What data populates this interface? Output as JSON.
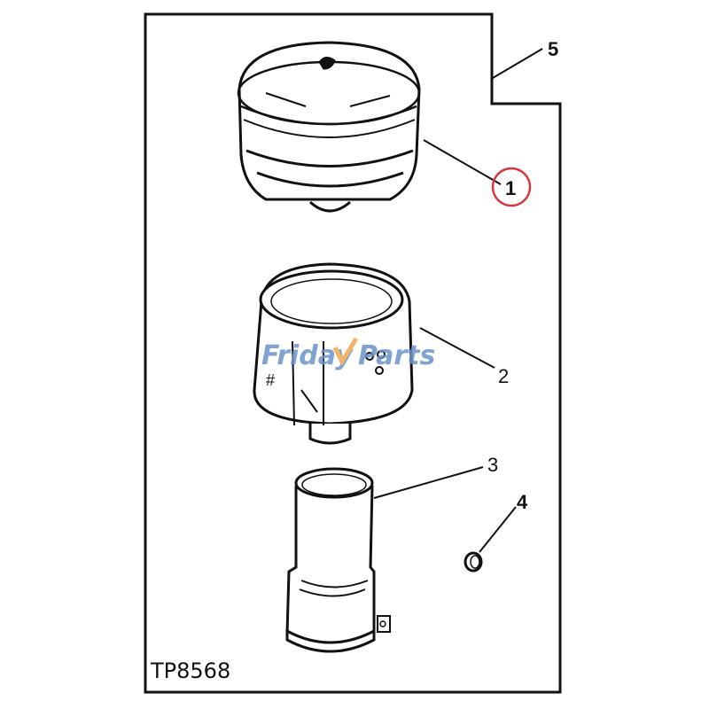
{
  "drawing": {
    "id": "TP8568",
    "highlighted_callout": "1",
    "highlight_color": "#d9363e"
  },
  "callouts": [
    {
      "number": "1",
      "part": "air-cleaner-cap"
    },
    {
      "number": "2",
      "part": "filter-element-body"
    },
    {
      "number": "3",
      "part": "inlet-tube"
    },
    {
      "number": "4",
      "part": "o-ring"
    },
    {
      "number": "5",
      "part": "frame-reference"
    }
  ],
  "watermark": {
    "text_left": "Friday",
    "text_right": "Parts",
    "color_blue": "#6b93c9",
    "color_orange": "#f0a84a"
  }
}
